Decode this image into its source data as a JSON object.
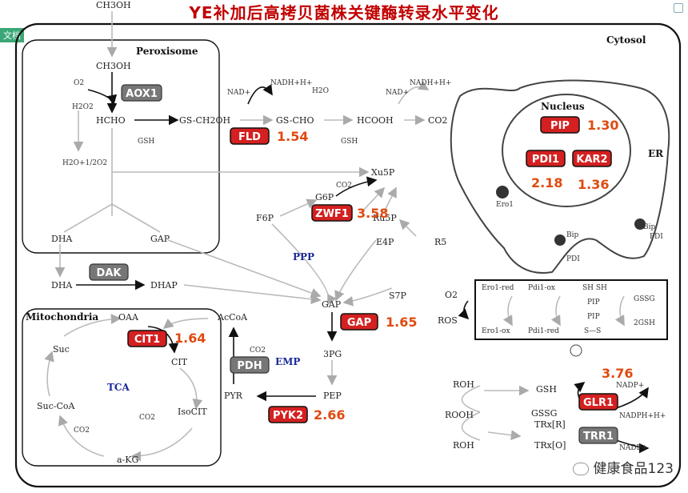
{
  "title": "YE补加后高拷贝菌株关键酶转录水平变化",
  "side_tag": "文档",
  "watermark": "健康食品123",
  "compartments": {
    "cytosol": "Cytosol",
    "peroxisome": "Peroxisome",
    "mitochondria": "Mitochondria",
    "nucleus": "Nucleus",
    "er": "ER"
  },
  "pathways": {
    "ppp": "PPP",
    "emp": "EMP",
    "tca": "TCA"
  },
  "enzymes": {
    "aox1": "AOX1",
    "dak": "DAK",
    "fld": "FLD",
    "zwf1": "ZWF1",
    "gap": "GAP",
    "cit1": "CIT1",
    "pdh": "PDH",
    "pyk2": "PYK2",
    "pip": "PIP",
    "pdi1": "PDI1",
    "kar2": "KAR2",
    "glr1": "GLR1",
    "trr1": "TRR1"
  },
  "values": {
    "fld": "1.54",
    "zwf1": "3.58",
    "gap": "1.65",
    "cit1": "1.64",
    "pyk2": "2.66",
    "pip": "1.30",
    "pdi1": "2.18",
    "kar2": "1.36",
    "glr1": "3.76"
  },
  "metabolites": {
    "ch3oh_top": "CH3OH",
    "ch3oh": "CH3OH",
    "o2": "O2",
    "h2o2": "H2O2",
    "h2o_half_o2": "H2O+1/2O2",
    "hcho": "HCHO",
    "gsh_a": "GSH",
    "gs_ch2oh": "GS-CH2OH",
    "gs_cho": "GS-CHO",
    "gsh_b": "GSH",
    "nad_a": "NAD+",
    "nadh_a": "NADH+H+",
    "h2o": "H2O",
    "hcooh": "HCOOH",
    "nad_b": "NAD+",
    "nadh_b": "NADH+H+",
    "co2_a": "CO2",
    "xu5p": "Xu5P",
    "co2_b": "CO2",
    "g6p": "G6P",
    "f6p": "F6P",
    "ru5p": "Ru5P",
    "e4p": "E4P",
    "r5": "R5",
    "s7p": "S7P",
    "dha_a": "DHA",
    "gap_a": "GAP",
    "dha_b": "DHA",
    "dhap": "DHAP",
    "gap_b": "GAP",
    "pg3": "3PG",
    "pep": "PEP",
    "pyr": "PYR",
    "acoa": "AcCoA",
    "co2_c": "CO2",
    "oaa": "OAA",
    "cit": "CIT",
    "isocit": "IsoCIT",
    "suc": "Suc",
    "succoa": "Suc-CoA",
    "co2_d": "CO2",
    "co2_e": "CO2",
    "akg": "a-KG",
    "roh_a": "ROH",
    "rooh": "ROOH",
    "roh_b": "ROH",
    "gsh_c": "GSH",
    "gssg_a": "GSSG",
    "trxr": "TRx[R]",
    "trxo": "TRx[O]",
    "nadp_a": "NADP+",
    "nadph": "NADPH+H+",
    "nadp_b": "NADP+",
    "ero1": "Ero1",
    "bip_a": "Bip",
    "pdi_a": "PDI",
    "bip_b": "Bip",
    "pdi_b": "PDI"
  },
  "er_cycle": {
    "o2": "O2",
    "ros": "ROS",
    "ero1_red": "Ero1-red",
    "ero1_ox": "Ero1-ox",
    "pdi1_ox": "Pdi1-ox",
    "pdi1_red": "Pdi1-red",
    "sh_sh": "SH SH",
    "pip_a": "PIP",
    "pip_b": "PIP",
    "s_s": "S—S",
    "gssg": "GSSG",
    "two_gsh": "2GSH"
  }
}
